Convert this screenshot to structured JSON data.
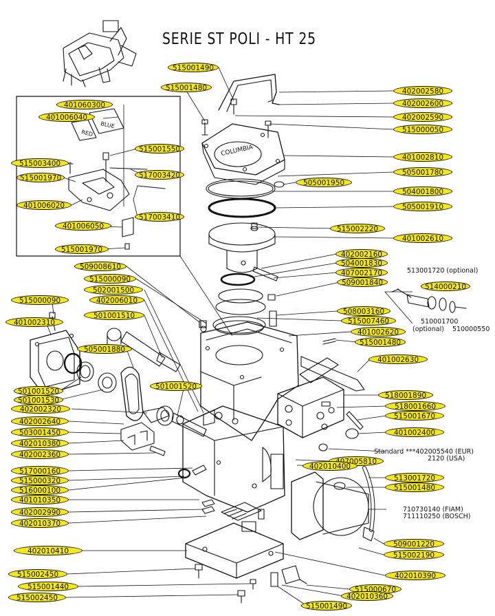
{
  "title": "SERIE ST POLI - HT 25",
  "inset_labels": {
    "blue": "BLUE",
    "red": "RED",
    "columbia": "COLUMBIA"
  },
  "parts": [
    "515001490",
    "515001480",
    "402002580",
    "402002600",
    "402002590",
    "515000050",
    "401060300",
    "401006040",
    "515001550",
    "515003400",
    "517003420",
    "515001970",
    "401006020",
    "401006050",
    "517003410",
    "515001970",
    "401002810",
    "505001780",
    "505001950",
    "504001800",
    "505001910",
    "515002220",
    "401002610",
    "402002160",
    "509008610",
    "504001830",
    "515000090",
    "407002170",
    "502001500",
    "509001840",
    "402006010",
    "515000090",
    "401002310",
    "501001510",
    "508003160",
    "515007460",
    "401002620",
    "515001480",
    "505001880",
    "401002630",
    "501001520",
    "501001520",
    "501001530",
    "402002320",
    "518001890",
    "518001660",
    "402002640",
    "515001670",
    "503001450",
    "401002400",
    "402010380",
    "402002360",
    "407005810",
    "402010400",
    "517000160",
    "515000320",
    "516000100",
    "513001720",
    "515001480",
    "401010350",
    "402002990",
    "402010370",
    "509001220",
    "515002190",
    "402010410",
    "402010390",
    "515002450",
    "515001440",
    "515000670",
    "402010360",
    "515002450",
    "515001490"
  ],
  "fittings": {
    "optional_top": "513001720 (optional)",
    "part_a": "514000210",
    "part_b": "510001700",
    "part_b_note": "(optional)",
    "part_c": "510000550"
  },
  "standard_line": {
    "label": "Standard",
    "stars": "***",
    "code": "402005540",
    "region": "(EUR)"
  },
  "usa_line": {
    "code": "2120",
    "region": "(USA)"
  },
  "fiam_line": {
    "code": "710730140",
    "region": "(FIAM)"
  },
  "bosch_line": {
    "code": "711110250",
    "region": "(BOSCH)"
  }
}
